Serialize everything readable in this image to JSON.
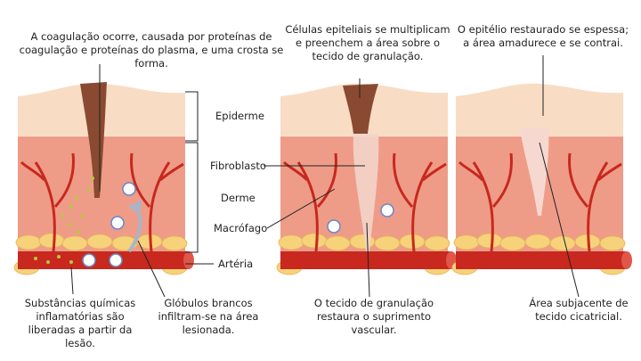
{
  "captions": {
    "top_left": "A coagulação ocorre, causada por proteínas de coagulação e proteínas do plasma, e uma crosta se forma.",
    "top_middle": "Células epiteliais se multiplicam e preenchem a área sobre o tecido de granulação.",
    "top_right": "O epitélio restaurado se espessa; a área amadurece e se contrai.",
    "bottom_left_1": "Substâncias químicas inflamatórias são liberadas a partir da lesão.",
    "bottom_left_2": "Glóbulos brancos infiltram-se na área lesionada.",
    "bottom_middle": "O tecido de granulação restaura o suprimento vascular.",
    "bottom_right": "Área subjacente de tecido cicatricial."
  },
  "labels": {
    "epidermis": "Epiderme",
    "fibroblast": "Fibroblasto",
    "dermis": "Derme",
    "macrophage": "Macrófago",
    "artery": "Artéria"
  },
  "colors": {
    "epidermis": "#f8dcc4",
    "dermis": "#f0a08c",
    "fat": "#f6d27a",
    "vessel": "#c8281e",
    "scab": "#8a4a32"
  }
}
